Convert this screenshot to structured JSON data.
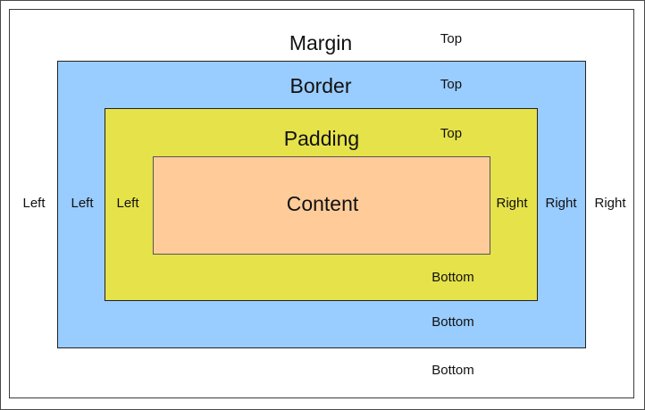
{
  "colors": {
    "margin": "#ffffff",
    "border": "#99ccff",
    "padding": "#e6e24a",
    "content": "#ffcc99"
  },
  "layers": {
    "margin": {
      "title": "Margin",
      "top": "Top",
      "left": "Left",
      "right": "Right",
      "bottom": "Bottom"
    },
    "border": {
      "title": "Border",
      "top": "Top",
      "left": "Left",
      "right": "Right",
      "bottom": "Bottom"
    },
    "padding": {
      "title": "Padding",
      "top": "Top",
      "left": "Left",
      "right": "Right",
      "bottom": "Bottom"
    },
    "content": {
      "title": "Content"
    }
  }
}
